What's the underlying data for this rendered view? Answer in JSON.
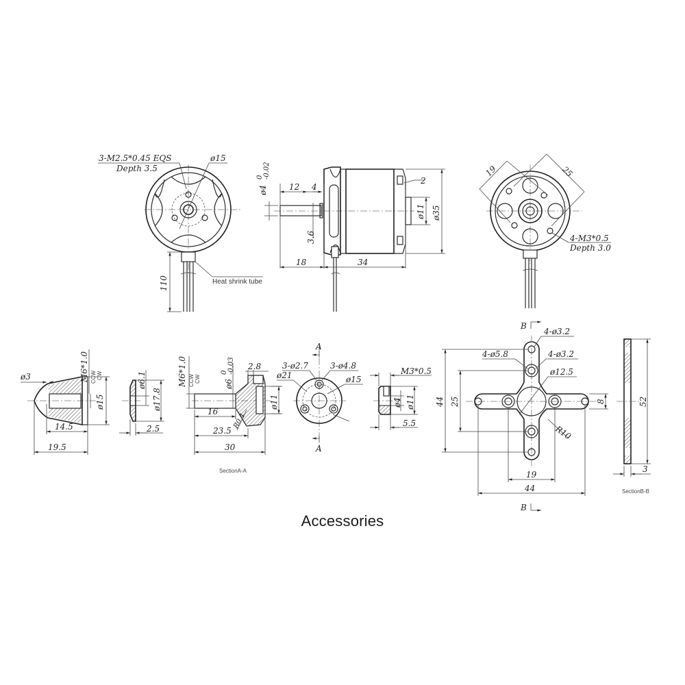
{
  "title": "Accessories",
  "views": {
    "front": {
      "thread_note": "3-M2.5*0.45 EQS",
      "depth_note": "Depth 3.5",
      "diameter": "ø15",
      "lead_length": "110",
      "heat_shrink": "Heat shrink tube"
    },
    "side": {
      "shaft_diameter": "ø4",
      "shaft_tol_upper": "0",
      "shaft_tol_lower": "-0.02",
      "dim_12": "12",
      "dim_4": "4",
      "dim_3_6": "3.6",
      "dim_18": "18",
      "dim_34": "34",
      "dim_2": "2",
      "dim_d11": "ø11",
      "dim_d35": "ø35"
    },
    "rear": {
      "dim_19": "19",
      "dim_25": "25",
      "thread_note": "4-M3*0.5",
      "depth_note": "Depth 3.0"
    }
  },
  "accessories": {
    "spinner": {
      "d3": "ø3",
      "thread": "M6*1.0",
      "ccw": "CCW",
      "cw": "CW",
      "d15": "ø15",
      "len_14_5": "14.5",
      "len_19_5": "19.5"
    },
    "washer": {
      "d6_1": "ø6.1",
      "d17_8": "ø17.8",
      "thick": "2.5"
    },
    "prop_adapter": {
      "thread": "M6*1.0",
      "ccw": "CCW",
      "cw": "CW",
      "d6": "ø6",
      "d6_tol_upper": "0",
      "d6_tol_lower": "-0.03",
      "dim_2_8": "2.8",
      "d11": "ø11",
      "len_16": "16",
      "len_23_5": "23.5",
      "len_30": "30",
      "radius": "R0.4",
      "section_label": "SectionA-A"
    },
    "collet_plate": {
      "holes_small": "3-ø2.7",
      "holes_large": "3-ø4.8",
      "d21": "ø21",
      "d15": "ø15",
      "section_mark": "A"
    },
    "nut": {
      "thread": "M3*0.5",
      "d4": "ø4",
      "d11": "ø11",
      "len": "5.5"
    },
    "x_mount": {
      "section_mark": "B",
      "holes_a": "4-ø3.2",
      "holes_b": "4-ø5.8",
      "holes_c": "4-ø3.2",
      "center_d": "ø12.5",
      "radius": "R10",
      "dim_44_v": "44",
      "dim_25": "25",
      "dim_8": "8",
      "dim_19": "19",
      "dim_44_h": "44"
    },
    "x_mount_section": {
      "height": "52",
      "thickness": "3",
      "section_label": "SectionB-B"
    }
  }
}
